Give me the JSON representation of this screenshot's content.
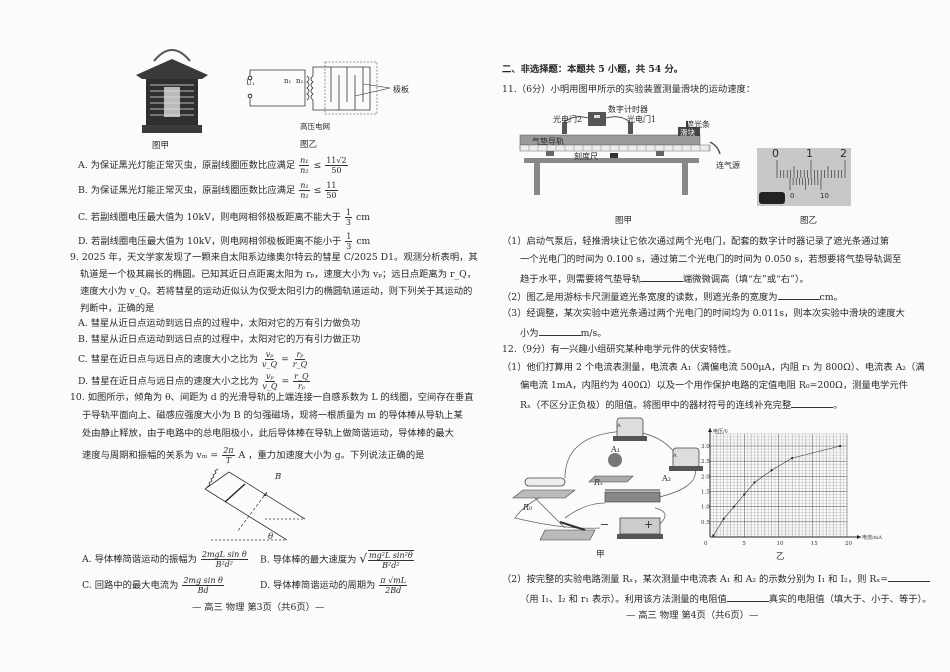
{
  "left_page": {
    "figure_a_caption": "图甲",
    "figure_b_caption": "图乙",
    "figure_b_labels": {
      "u1": "U₁",
      "n1": "n₁",
      "n2": "n₂",
      "plate": "极板",
      "grid": "高压电网"
    },
    "q8_options": [
      {
        "prefix": "A. 为保证黑光灯能正常灭虫，原副线圈匝数比应满足",
        "lhs_num": "n₁",
        "lhs_den": "n₂",
        "rel": "≤",
        "rhs_num": "11√2",
        "rhs_den": "50",
        "suffix": ""
      },
      {
        "prefix": "B. 为保证黑光灯能正常灭虫，原副线圈匝数比应满足",
        "lhs_num": "n₁",
        "lhs_den": "n₂",
        "rel": "≤",
        "rhs_num": "11",
        "rhs_den": "50",
        "suffix": ""
      },
      {
        "prefix": "C. 若副线圈电压最大值为 10kV，则电网相邻极板距离不能大于",
        "rhs_num": "1",
        "rhs_den": "3",
        "suffix": "cm"
      },
      {
        "prefix": "D. 若副线圈电压最大值为 10kV，则电网相邻极板距离不能小于",
        "rhs_num": "1",
        "rhs_den": "3",
        "suffix": "cm"
      }
    ],
    "q9": {
      "lines": [
        "9. 2025 年，天文学家发现了一颗来自太阳系边缘奥尔特云的彗星 C/2025 D1。观测分析表明，其",
        "轨道是一个极其扁长的椭圆。已知其近日点距离太阳为 rₚ，速度大小为 vₚ；远日点距离为 r_Q，",
        "速度大小为 v_Q。若将彗星的运动近似认为仅受太阳引力的椭圆轨道运动，则下列关于其运动的",
        "判断中，正确的是"
      ],
      "options": [
        {
          "text": "A. 彗星从近日点运动到远日点的过程中，太阳对它的万有引力做负功"
        },
        {
          "text": "B. 彗星从近日点运动到远日点的过程中，太阳对它的万有引力做正功"
        },
        {
          "text": "C. 彗星在近日点与远日点的速度大小之比为",
          "l_num": "vₚ",
          "l_den": "v_Q",
          "r_num": "rₚ",
          "r_den": "r_Q"
        },
        {
          "text": "D. 彗星在近日点与远日点的速度大小之比为",
          "l_num": "vₚ",
          "l_den": "v_Q",
          "r_num": "r_Q",
          "r_den": "rₚ"
        }
      ]
    },
    "q10": {
      "lines": [
        "10. 如图所示，倾角为 θ、间距为 d 的光滑导轨的上端连接一自感系数为 L 的线圈，空间存在垂直",
        "于导轨平面向上、磁感应强度大小为 B 的匀强磁场，现将一根质量为 m 的导体棒从导轨上某",
        "处由静止释放，由于电路中的总电阻极小，此后导体棒在导轨上做简谐运动，导体棒的最大"
      ],
      "line4_prefix": "速度与周期和振幅的关系为 vₘ =",
      "line4_num": "2π",
      "line4_den": "T",
      "line4_suffix": "A ，重力加速度大小为 g。下列说法正确的是",
      "figure_labels": {
        "b": "B",
        "theta": "θ"
      },
      "options": [
        {
          "text": "A. 导体棒简谐运动的振幅为",
          "num": "2mgL sin θ",
          "den": "B²d²"
        },
        {
          "text": "B. 导体棒的最大速度为",
          "num": "mg²L sin²θ",
          "den": "B²d²"
        },
        {
          "text": "C. 回路中的最大电流为",
          "num": "2mg sin θ",
          "den": "Bd"
        },
        {
          "text": "D. 导体棒简谐运动的周期为",
          "num": "π √mL",
          "den": "2Bd"
        }
      ]
    },
    "footer": "— 高三  物理  第3页（共6页）—"
  },
  "right_page": {
    "section_heading": "二、非选择题：本题共 5 小题，共 54 分。",
    "q11": {
      "title": "11.（6分）小明用图甲所示的实验装置测量滑块的运动速度：",
      "figure_labels": {
        "timer": "数字计时器",
        "gate2": "光电门2",
        "gate1": "光电门1",
        "strip": "遮光条",
        "track": "气垫导轨",
        "slider": "滑块",
        "ruler": "刻度尺",
        "air": "连气源"
      },
      "caliper_main": [
        "0",
        "1",
        "2"
      ],
      "caliper_vernier": [
        "0",
        "10"
      ],
      "figure_a_caption": "图甲",
      "figure_b_caption": "图乙",
      "parts": [
        "（1）启动气泵后，轻推滑块让它依次通过两个光电门，配套的数字计时器记录了遮光条通过第",
        "一个光电门的时间为 0.100 s，通过第二个光电门的时间为 0.050 s，若想要将气垫导轨调至",
        "趋于水平，则需要将气垫导轨",
        "端微微调高（填“左”或“右”）。",
        "（2）图乙是用游标卡尺测量遮光条宽度的读数，则遮光条的宽度为",
        "cm。",
        "（3）经调整，某次实验中遮光条通过两个光电门的时间均为 0.011s，则本次实验中滑块的速度大",
        "小为",
        "m/s。"
      ]
    },
    "q12": {
      "title": "12.（9分）有一兴趣小组研究某种电学元件的伏安特性。",
      "part1": [
        "（1）他们打算用 2 个电流表测量，电流表 A₁（满偏电流 500μA，内阻 r₁ 为 800Ω）、电流表 A₂（满",
        "偏电流 1mA，内阻约为 400Ω）以及一个用作保护电路的定值电阻 R₀=200Ω，测量电学元件",
        "Rₓ（不区分正负极）的阻值。将图甲中的器材符号的连线补充完整",
        "。"
      ],
      "circuit_labels": {
        "a1": "A₁",
        "a2": "A₂",
        "rx": "Rₓ",
        "r0": "R₀",
        "minus": "−",
        "plus": "+",
        "meter": "A"
      },
      "figure_a_caption": "甲",
      "figure_b_caption": "乙",
      "part2": [
        "（2）按完整的实验电路测量 Rₓ，某次测量中电流表 A₁ 和 A₂ 的示数分别为 I₁ 和 I₂，则 Rₓ=",
        "（用 I₁、I₂ 和 r₁ 表示）。利用该方法测量的电阻值",
        "真实的电阻值（填大于、小于、等于）。"
      ]
    },
    "footer": "— 高三  物理  第4页（共6页）—"
  },
  "chart_data": {
    "type": "line",
    "xlabel": "电流/mA",
    "ylabel": "电压/V",
    "xlim": [
      0,
      20
    ],
    "ylim": [
      0,
      3.0
    ],
    "x_ticks": [
      "0",
      "5",
      "10",
      "15",
      "20"
    ],
    "y_ticks": [
      "0.5",
      "1.0",
      "1.5",
      "2.0",
      "2.5",
      "3.0"
    ],
    "grid": true,
    "x": [
      0.5,
      2,
      3.5,
      5,
      6.5,
      9,
      12,
      19
    ],
    "y": [
      0.05,
      0.6,
      1.0,
      1.4,
      1.8,
      2.2,
      2.6,
      3.0
    ]
  }
}
